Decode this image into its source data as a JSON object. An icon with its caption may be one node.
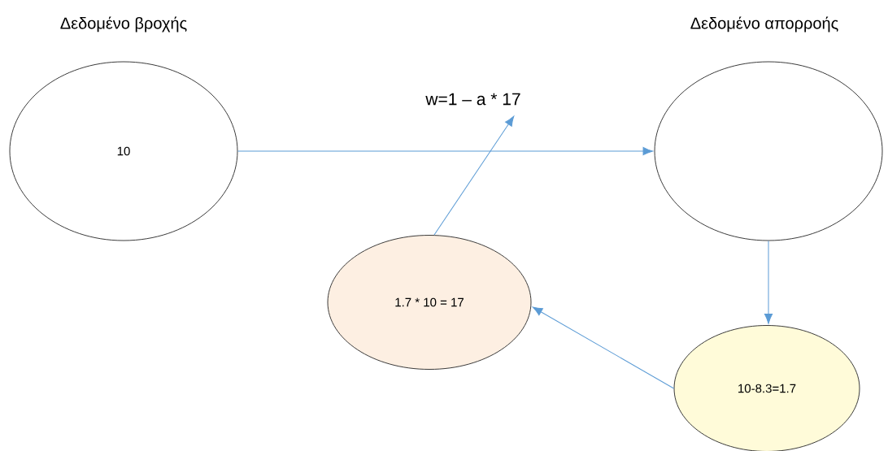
{
  "diagram": {
    "nodes": [
      {
        "text": [
          "Δεδομένο βροχής",
          "10"
        ]
      },
      {
        "text": [
          "Δεδομένο απορροής"
        ]
      },
      {
        "text": [
          "1.7 * 10 = 17"
        ]
      },
      {
        "text": [
          "10-8.3=1.7"
        ]
      },
      {
        "text": [
          "w=1 – a * 17"
        ]
      }
    ],
    "edges": [
      {
        "from": 0,
        "to": 1,
        "arrow": "to"
      },
      {
        "from": 1,
        "to": 3,
        "arrow": "to"
      },
      {
        "from": 3,
        "to": 2,
        "arrow": "to"
      },
      {
        "from": 2,
        "to": 4,
        "arrow": "to"
      }
    ]
  }
}
